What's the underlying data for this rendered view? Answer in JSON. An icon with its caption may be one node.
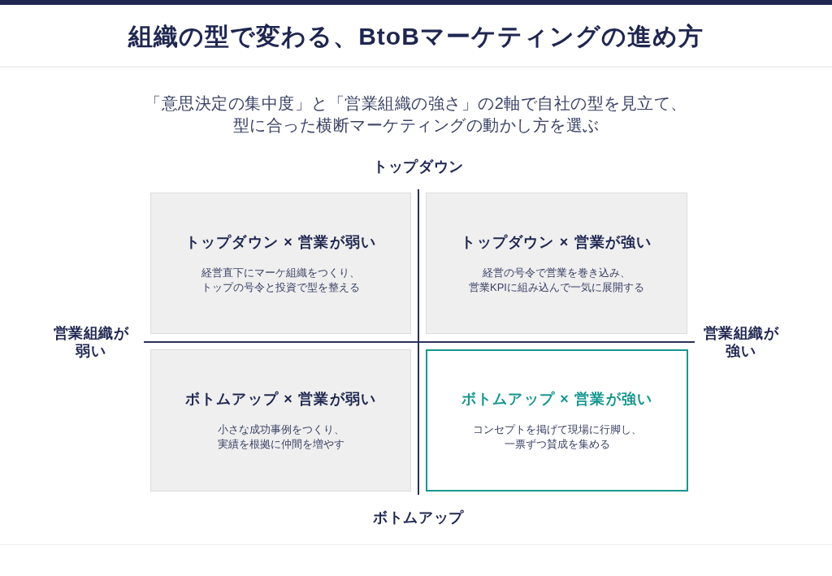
{
  "diagram": {
    "title": "組織の型で変わる、BtoBマーケティングの進め方",
    "nodes": [
      {
        "text": [
          "トップダウン × 営業が弱い",
          "経営直下にマーケ組織をつくり、トップの号令と投資で型を整える"
        ]
      },
      {
        "text": [
          "トップダウン × 営業が強い",
          "経営の号令で営業を巻き込み、営業KPIに組み込んで一気に展開する"
        ]
      },
      {
        "text": [
          "ボトムアップ × 営業が弱い",
          "小さな成功事例をつくり、実績を根拠に仲間を増やす"
        ]
      },
      {
        "text": [
          "ボトムアップ × 営業が強い",
          "コンセプトを掲げて現場に行脚し、一票ずつ賛成を集める"
        ]
      }
    ],
    "labels": [
      "「意思決定の集中度」と「営業組織の強さ」の2軸で自社の型を見立て、型に合った横断マーケティングの動かし方を選ぶ",
      "トップダウン",
      "営業組織が弱い",
      "営業組織が強い",
      "ボトムアップ"
    ]
  }
}
